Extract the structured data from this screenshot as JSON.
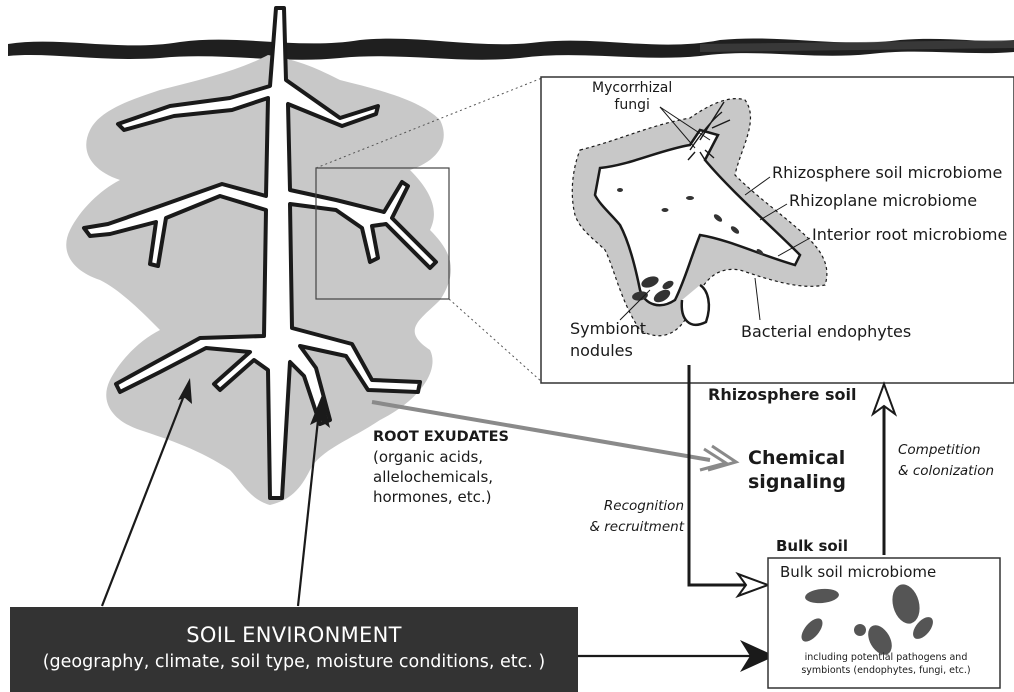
{
  "inset_labels": {
    "mycorrhizal_fungi": [
      "Mycorrhizal",
      "fungi"
    ],
    "rhizosphere_soil_microbiome": "Rhizosphere soil microbiome",
    "rhizoplane_microbiome": "Rhizoplane microbiome",
    "interior_root_microbiome": "Interior root microbiome",
    "symbiont_nodules": [
      "Symbiont",
      "nodules"
    ],
    "bacterial_endophytes": "Bacterial endophytes"
  },
  "rhizosphere_soil": "Rhizosphere soil",
  "root_exudates": {
    "title": "ROOT EXUDATES",
    "lines": [
      "(organic acids,",
      "allelochemicals,",
      "hormones, etc.)"
    ]
  },
  "chemical_signaling": [
    "Chemical",
    "signaling"
  ],
  "recognition": [
    "Recognition",
    "& recruitment"
  ],
  "competition": [
    "Competition",
    "& colonization"
  ],
  "bulk_soil": {
    "heading": "Bulk soil",
    "box_title": "Bulk soil microbiome",
    "note": [
      "including potential pathogens and",
      "symbionts (endophytes, fungi, etc.)"
    ]
  },
  "soil_environment": {
    "title": "SOIL ENVIRONMENT",
    "subtitle": "(geography, climate, soil type, moisture conditions, etc. )"
  },
  "colors": {
    "rhizosphere_halo": "#c8c8c8",
    "outline": "#1a1a1a",
    "soil_box": "#333333",
    "exudate_arrow": "#8a8a8a"
  }
}
